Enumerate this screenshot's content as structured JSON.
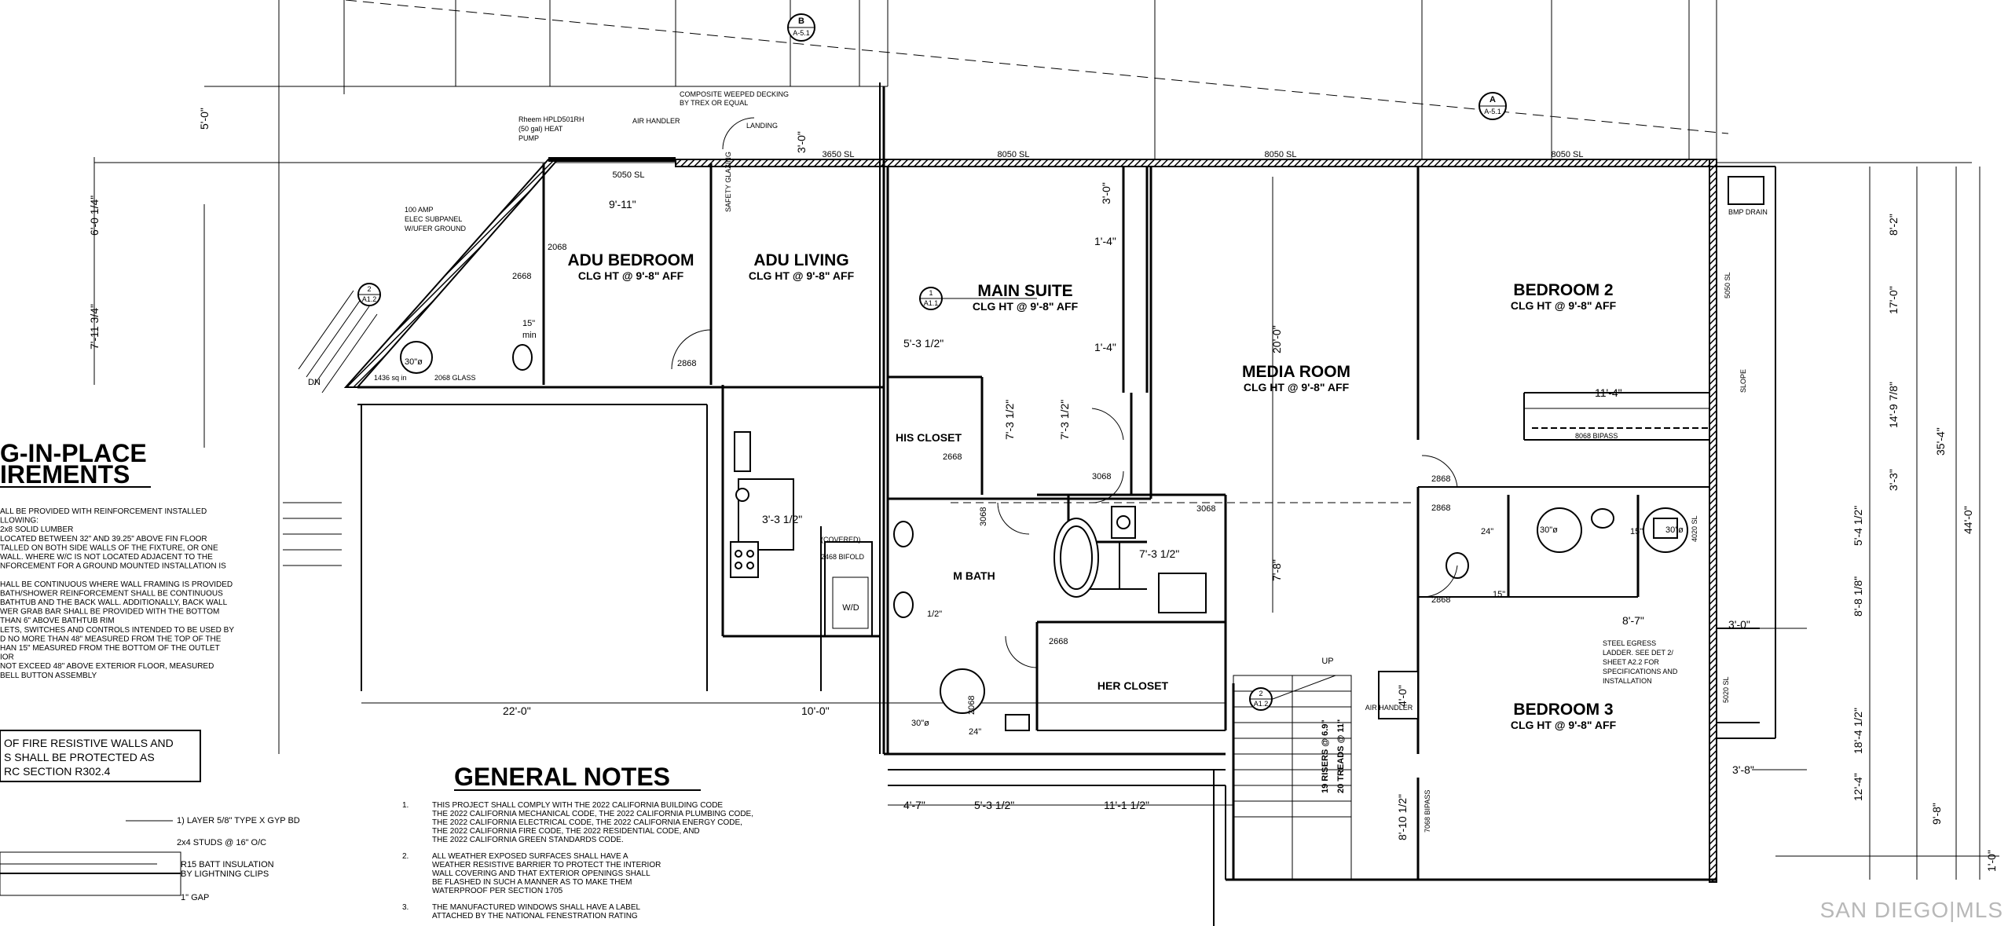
{
  "rooms": [
    {
      "name": "ADU BEDROOM",
      "clg": "CLG HT @ 9'-8\" AFF"
    },
    {
      "name": "ADU LIVING",
      "clg": "CLG HT @ 9'-8\" AFF"
    },
    {
      "name": "MAIN SUITE",
      "clg": "CLG HT @ 9'-8\" AFF"
    },
    {
      "name": "MEDIA ROOM",
      "clg": "CLG HT @ 9'-8\" AFF"
    },
    {
      "name": "BEDROOM 2",
      "clg": "CLG HT @ 9'-8\" AFF"
    },
    {
      "name": "BEDROOM 3",
      "clg": "CLG HT @ 9'-8\" AFF"
    }
  ],
  "spaces": {
    "his_closet": "HIS CLOSET",
    "her_closet": "HER CLOSET",
    "m_bath": "M BATH",
    "air_handler_1": "AIR HANDLER",
    "air_handler_2": "AIR HANDLER",
    "bmp_drain": "BMP DRAIN",
    "wd": "W/D",
    "up": "UP",
    "dn": "DN",
    "slope": "SLOPE"
  },
  "annotations": {
    "decking": "COMPOSITE WEEPED DECKING",
    "decking2": "BY TREX OR EQUAL",
    "rheem1": "Rheem HPLD501RH",
    "rheem2": "(50 gal) HEAT",
    "rheem3": "PUMP",
    "subpanel1": "100 AMP",
    "subpanel2": "ELEC SUBPANEL",
    "subpanel3": "W/UFER GROUND",
    "landing": "LANDING",
    "safety_glazing": "SAFETY GLAZING",
    "egress1": "STEEL EGRESS",
    "egress2": "LADDER. SEE DET 2/",
    "egress3": "SHEET A2.2 FOR",
    "egress4": "SPECIFICATIONS AND",
    "egress5": "INSTALLATION",
    "bifold": "2468 BIFOLD",
    "covered": "(COVERED)",
    "bipass1": "8068 BIPASS",
    "bipass2": "7068 BIPASS",
    "risers1": "19 RISERS @ 6.9\"",
    "risers2": "20 TREADS @ 11\"",
    "glass": "2068 GLASS",
    "sqin": "1436 sq in"
  },
  "windows": [
    "5050 SL",
    "3650 SL",
    "8050 SL",
    "8050 SL",
    "8050 SL",
    "5050 SL",
    "4020 SL",
    "5020 SL"
  ],
  "doors": [
    "2068",
    "2668",
    "2868",
    "2668",
    "3068",
    "3068",
    "2868",
    "2868",
    "2868",
    "2668",
    "2068",
    "3068"
  ],
  "dimensions": {
    "d_5_0": "5'-0\"",
    "d_6_0_1_4": "6'-0 1/4\"",
    "d_7_11_3_4": "7'-11 3/4\"",
    "d_9_11": "9'-11\"",
    "d_3_0_a": "3'-0\"",
    "d_3_0_b": "3'-0\"",
    "d_1_4_a": "1'-4\"",
    "d_1_4_b": "1'-4\"",
    "d_5_3_1_2": "5'-3 1/2\"",
    "d_7_3_1_2_a": "7'-3 1/2\"",
    "d_7_3_1_2_b": "7'-3 1/2\"",
    "d_7_3_1_2_c": "7'-3 1/2\"",
    "d_3_3_1_2": "3'-3 1/2\"",
    "d_20_0": "20'-0\"",
    "d_11_4": "11'-4\"",
    "d_8_2": "8'-2\"",
    "d_17_0": "17'-0\"",
    "d_14_9_7_8": "14'-9 7/8\"",
    "d_3_3": "3'-3\"",
    "d_35_4": "35'-4\"",
    "d_44_0": "44'-0\"",
    "d_5_4_1_2": "5'-4 1/2\"",
    "d_8_8_1_8": "8'-8 1/8\"",
    "d_8_7": "8'-7\"",
    "d_3_0_c": "3'-0\"",
    "d_3_8": "3'-8\"",
    "d_18_4_1_2": "18'-4 1/2\"",
    "d_12_4": "12'-4\"",
    "d_9_8": "9'-8\"",
    "d_1_0": "1'-0\"",
    "d_22_0": "22'-0\"",
    "d_10_0": "10'-0\"",
    "d_4_7": "4'-7\"",
    "d_5_3_1_2_b": "5'-3 1/2\"",
    "d_11_1_1_2": "11'-1 1/2\"",
    "d_4_0": "4'-0\"",
    "d_8_10_1_2": "8'-10 1/2\"",
    "d_7_8": "7'-8\"",
    "d_30_a": "30\"ø",
    "d_30_b": "30\"ø",
    "d_30_c": "30\"ø",
    "d_30_d": "30\"ø",
    "d_15_a": "15\"",
    "d_15_b": "15\"",
    "d_15_c": "15\"",
    "d_24_a": "24\"",
    "d_24_b": "24\"",
    "d_half": "1/2\"",
    "min": "min"
  },
  "callouts": [
    {
      "letter": "B",
      "sheet": "A-5.1"
    },
    {
      "letter": "A",
      "sheet": "A-5.1"
    },
    {
      "letter": "1",
      "sheet": "A1.1"
    },
    {
      "letter": "2",
      "sheet": "A1.2"
    },
    {
      "letter": "2",
      "sheet": "A1.2"
    }
  ],
  "aging": {
    "title1": "G-IN-PLACE",
    "title2": "IREMENTS",
    "lines": [
      "ALL BE PROVIDED WITH REINFORCEMENT INSTALLED",
      "LLOWING:",
      "2x8 SOLID LUMBER",
      "LOCATED BETWEEN 32\" AND 39.25\" ABOVE FIN FLOOR",
      "TALLED ON BOTH SIDE WALLS OF THE FIXTURE, OR ONE",
      "WALL. WHERE W/C IS NOT LOCATED ADJACENT TO THE",
      "NFORCEMENT FOR A GROUND MOUNTED INSTALLATION IS",
      "",
      "HALL BE CONTINUOUS WHERE WALL FRAMING IS PROVIDED",
      "BATH/SHOWER REINFORCEMENT SHALL BE CONTINUOUS",
      "BATHTUB AND THE BACK WALL. ADDITIONALLY, BACK WALL",
      "WER GRAB BAR SHALL BE PROVIDED WITH THE BOTTOM",
      "THAN 6\" ABOVE BATHTUB RIM",
      "LETS, SWITCHES AND CONTROLS INTENDED TO BE USED BY",
      "D NO MORE THAN 48\" MEASURED FROM THE TOP OF THE",
      "HAN 15\" MEASURED FROM THE BOTTOM OF THE OUTLET",
      "IOR",
      "NOT EXCEED 48\" ABOVE EXTERIOR FLOOR, MEASURED",
      "BELL BUTTON ASSEMBLY"
    ]
  },
  "fire_box": [
    "OF FIRE RESISTIVE WALLS AND",
    "S SHALL BE PROTECTED AS",
    "RC SECTION R302.4"
  ],
  "wall_legend": [
    "1) LAYER 5/8\" TYPE X GYP BD",
    "2x4 STUDS @ 16\" O/C",
    "R15 BATT INSULATION",
    "BY LIGHTNING CLIPS",
    "1\" GAP"
  ],
  "general_notes": {
    "title": "GENERAL NOTES",
    "items": [
      {
        "num": "1.",
        "lines": [
          "THIS PROJECT SHALL COMPLY WITH THE 2022 CALIFORNIA BUILDING CODE",
          "THE 2022 CALIFORNIA MECHANICAL CODE, THE 2022 CALIFORNIA PLUMBING CODE,",
          "THE 2022 CALIFORNIA ELECTRICAL CODE, THE 2022 CALIFORNIA ENERGY CODE,",
          "THE 2022 CALIFORNIA FIRE CODE, THE 2022 RESIDENTIAL CODE, AND",
          "THE 2022 CALIFORNIA GREEN STANDARDS CODE."
        ]
      },
      {
        "num": "2.",
        "lines": [
          "ALL WEATHER EXPOSED SURFACES SHALL HAVE A",
          "WEATHER RESISTIVE BARRIER TO PROTECT THE INTERIOR",
          "WALL COVERING AND THAT EXTERIOR OPENINGS SHALL",
          "BE FLASHED IN SUCH A MANNER AS TO MAKE THEM",
          "WATERPROOF PER SECTION 1705"
        ]
      },
      {
        "num": "3.",
        "lines": [
          "THE MANUFACTURED WINDOWS SHALL HAVE A LABEL",
          "ATTACHED BY THE NATIONAL FENESTRATION RATING"
        ]
      }
    ]
  },
  "watermark": "SAN DIEGO|MLS",
  "colors": {
    "line": "#000000",
    "watermark": "#b8b8b8",
    "background": "#ffffff"
  }
}
